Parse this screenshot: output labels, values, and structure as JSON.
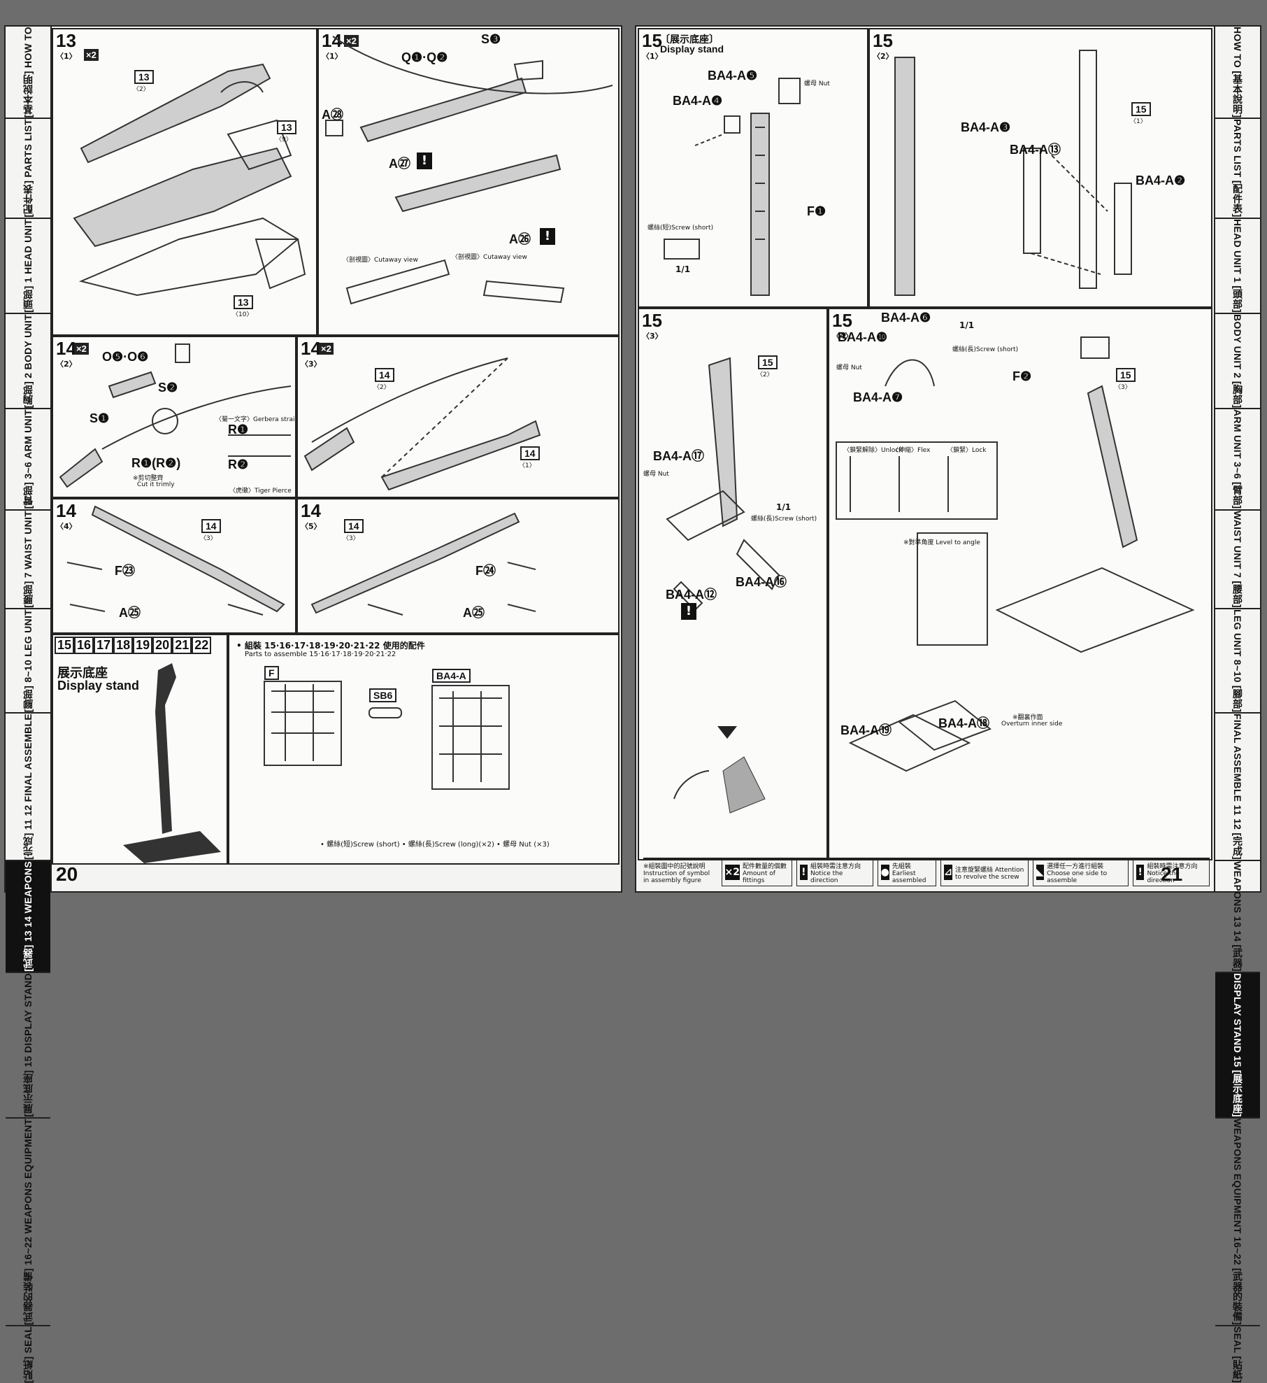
{
  "left_tabs": [
    "[基本說明] HOW TO",
    "[配件表] PARTS LIST",
    "[頭部] 1 HEAD UNIT",
    "[胸部] 2 BODY UNIT",
    "[臂部] 3~6 ARM UNIT",
    "[腰部] 7 WAIST UNIT",
    "[腳部] 8~10 LEG UNIT",
    "[完成] 11 12 FINAL ASSEMBLE",
    "[武器] 13 14 WEAPONS",
    "[展示底座] 15 DISPLAY STAND",
    "[武器的裝備] 16~22 WEAPONS EQUIPMENT",
    "[貼紙] SEAL"
  ],
  "right_tabs": [
    "HOW TO [基本說明]",
    "PARTS LIST [配件表]",
    "HEAD UNIT 1 [頭部]",
    "BODY UNIT 2 [胸部]",
    "ARM UNIT 3~6 [臂部]",
    "WAIST UNIT 7 [腰部]",
    "LEG UNIT 8~10 [腳部]",
    "FINAL ASSEMBLE 11 12 [完成]",
    "WEAPONS 13 14 [武器]",
    "DISPLAY STAND 15 [展示底座]",
    "WEAPONS EQUIPMENT 16~22 [武器的裝備]",
    "SEAL [貼紙]"
  ],
  "left_active_tab": 8,
  "right_active_tab": 9,
  "page_left": "20",
  "page_right": "21",
  "p13": {
    "num": "13",
    "sub": "〈1〉",
    "mult": "×2",
    "l1": "13",
    "l1s": "〈2〉",
    "l2": "13",
    "l2s": "〈9〉",
    "l3": "13",
    "l3s": "〈10〉"
  },
  "p14_1": {
    "num": "14",
    "sub": "〈1〉",
    "mult": "×2",
    "s": "S❸",
    "q": "Q❶·Q❷",
    "a28": "A㉘",
    "a27": "A㉗",
    "a26": "A㉖",
    "cut1": "〈剖視圖〉Cutaway view",
    "cut2": "〈剖視圖〉Cutaway view"
  },
  "p14_2": {
    "num": "14",
    "sub": "〈2〉",
    "mult": "×2",
    "o": "O❺·O❻",
    "s2": "S❷",
    "s1": "S❶",
    "r": "R❶(R❷)",
    "cut": "※剪切整齊",
    "cut_en": "Cut it trimly",
    "r1": "R❶",
    "r2": "R❷",
    "g": "〈菊一文字〉Gerbera straight",
    "t": "〈虎徹〉Tiger Pierce"
  },
  "p14_3": {
    "num": "14",
    "sub": "〈3〉",
    "mult": "×2",
    "l1": "14",
    "l1s": "〈2〉",
    "l2": "14",
    "l2s": "〈1〉"
  },
  "p14_4": {
    "num": "14",
    "sub": "〈4〉",
    "l1": "14",
    "l1s": "〈3〉",
    "f": "F㉓",
    "a": "A㉕"
  },
  "p14_5": {
    "num": "14",
    "sub": "〈5〉",
    "l1": "14",
    "l1s": "〈3〉",
    "f": "F㉔",
    "a": "A㉕"
  },
  "p15_intro": {
    "steps": [
      "15",
      "16",
      "17",
      "18",
      "19",
      "20",
      "21",
      "22"
    ],
    "title_cn": "展示底座",
    "title_en": "Display stand"
  },
  "parts": {
    "heading": "• 組裝 15·16·17·18·19·20·21·22 使用的配件",
    "sub": "Parts to assemble 15·16·17·18·19·20·21·22",
    "f": "F",
    "sb": "SB6",
    "ba": "BA4-A",
    "screws": "• 螺絲(短)Screw (short)   • 螺絲(長)Screw (long)(×2)   • 螺母 Nut (×3)"
  },
  "p15_1": {
    "num": "15",
    "sub": "〈1〉",
    "title_cn": "〔展示底座〕",
    "title_en": "Display stand",
    "a5": "BA4-A❺",
    "a4": "BA4-A❹",
    "nut": "螺母 Nut",
    "f1": "F❶",
    "screw": "螺絲(短)Screw (short)",
    "ratio": "1/1"
  },
  "p15_2": {
    "num": "15",
    "sub": "〈2〉",
    "a3": "BA4-A❸",
    "a13": "BA4-A⑬",
    "a2": "BA4-A❷",
    "l": "15",
    "ls": "〈1〉"
  },
  "p15_3": {
    "num": "15",
    "sub": "〈3〉",
    "l": "15",
    "ls": "〈2〉",
    "a17": "BA4-A⑰",
    "nut": "螺母 Nut",
    "a12": "BA4-A⑫",
    "a16": "BA4-A⑯",
    "screw": "螺絲(長)Screw (short)",
    "ratio": "1/1"
  },
  "p15_4": {
    "num": "15",
    "sub": "〈4〉",
    "a6": "BA4-A❻",
    "a10": "BA4-A❿",
    "a7": "BA4-A❼",
    "nut": "螺母 Nut",
    "screw": "螺絲(長)Screw (short)",
    "ratio": "1/1",
    "f2": "F❷",
    "l": "15",
    "ls": "〈3〉",
    "unlock": "〈鎖緊解除〉Unlock",
    "flex": "〈伸縮〉Flex",
    "lock": "〈鎖緊〉Lock",
    "angle": "※對準角度 Level to angle",
    "a19": "BA4-A⑲",
    "a18": "BA4-A⑱",
    "overturn": "※翻裏作面",
    "overturn_en": "Overturn inner side"
  },
  "legend": {
    "title": "※組裝圖中的記號說明",
    "title_en": "Instruction of symbol in assembly figure",
    "items": [
      {
        "ic": "×2",
        "t": "配件數量的個數 Amount of fittings"
      },
      {
        "ic": "!",
        "t": "組裝時需注意方向 Notice the direction"
      },
      {
        "ic": "●",
        "t": "先組裝 Earliest assembled"
      },
      {
        "ic": "⊿",
        "t": "注意旋緊螺絲 Attention to revolve the screw"
      },
      {
        "ic": "◣",
        "t": "選擇任一方進行組裝 Choose one side to assemble"
      },
      {
        "ic": "!",
        "t": "組裝時需注意方向 Notice the direction"
      }
    ]
  }
}
